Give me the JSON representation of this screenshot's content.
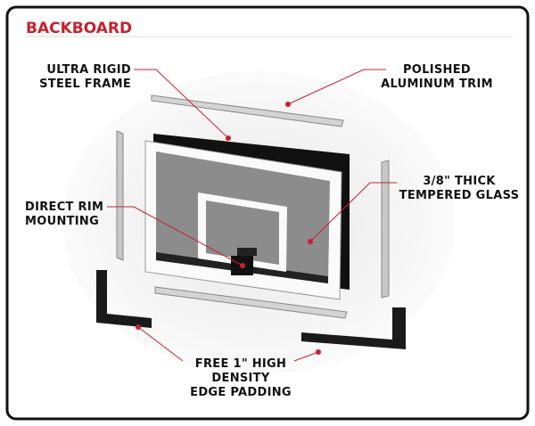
{
  "title": "BACKBOARD",
  "labels": {
    "steel_frame": [
      "ULTRA RIGID",
      "STEEL FRAME"
    ],
    "aluminum_trim": [
      "POLISHED",
      "ALUMINUM TRIM"
    ],
    "tempered_glass": [
      "3/8\" THICK",
      "TEMPERED GLASS"
    ],
    "rim_mounting": [
      "DIRECT RIM",
      "MOUNTING"
    ],
    "edge_padding": [
      "FREE 1\" HIGH",
      "DENSITY",
      "EDGE PADDING"
    ]
  },
  "colors": {
    "accent": "#c8202f",
    "border": "#111111"
  }
}
